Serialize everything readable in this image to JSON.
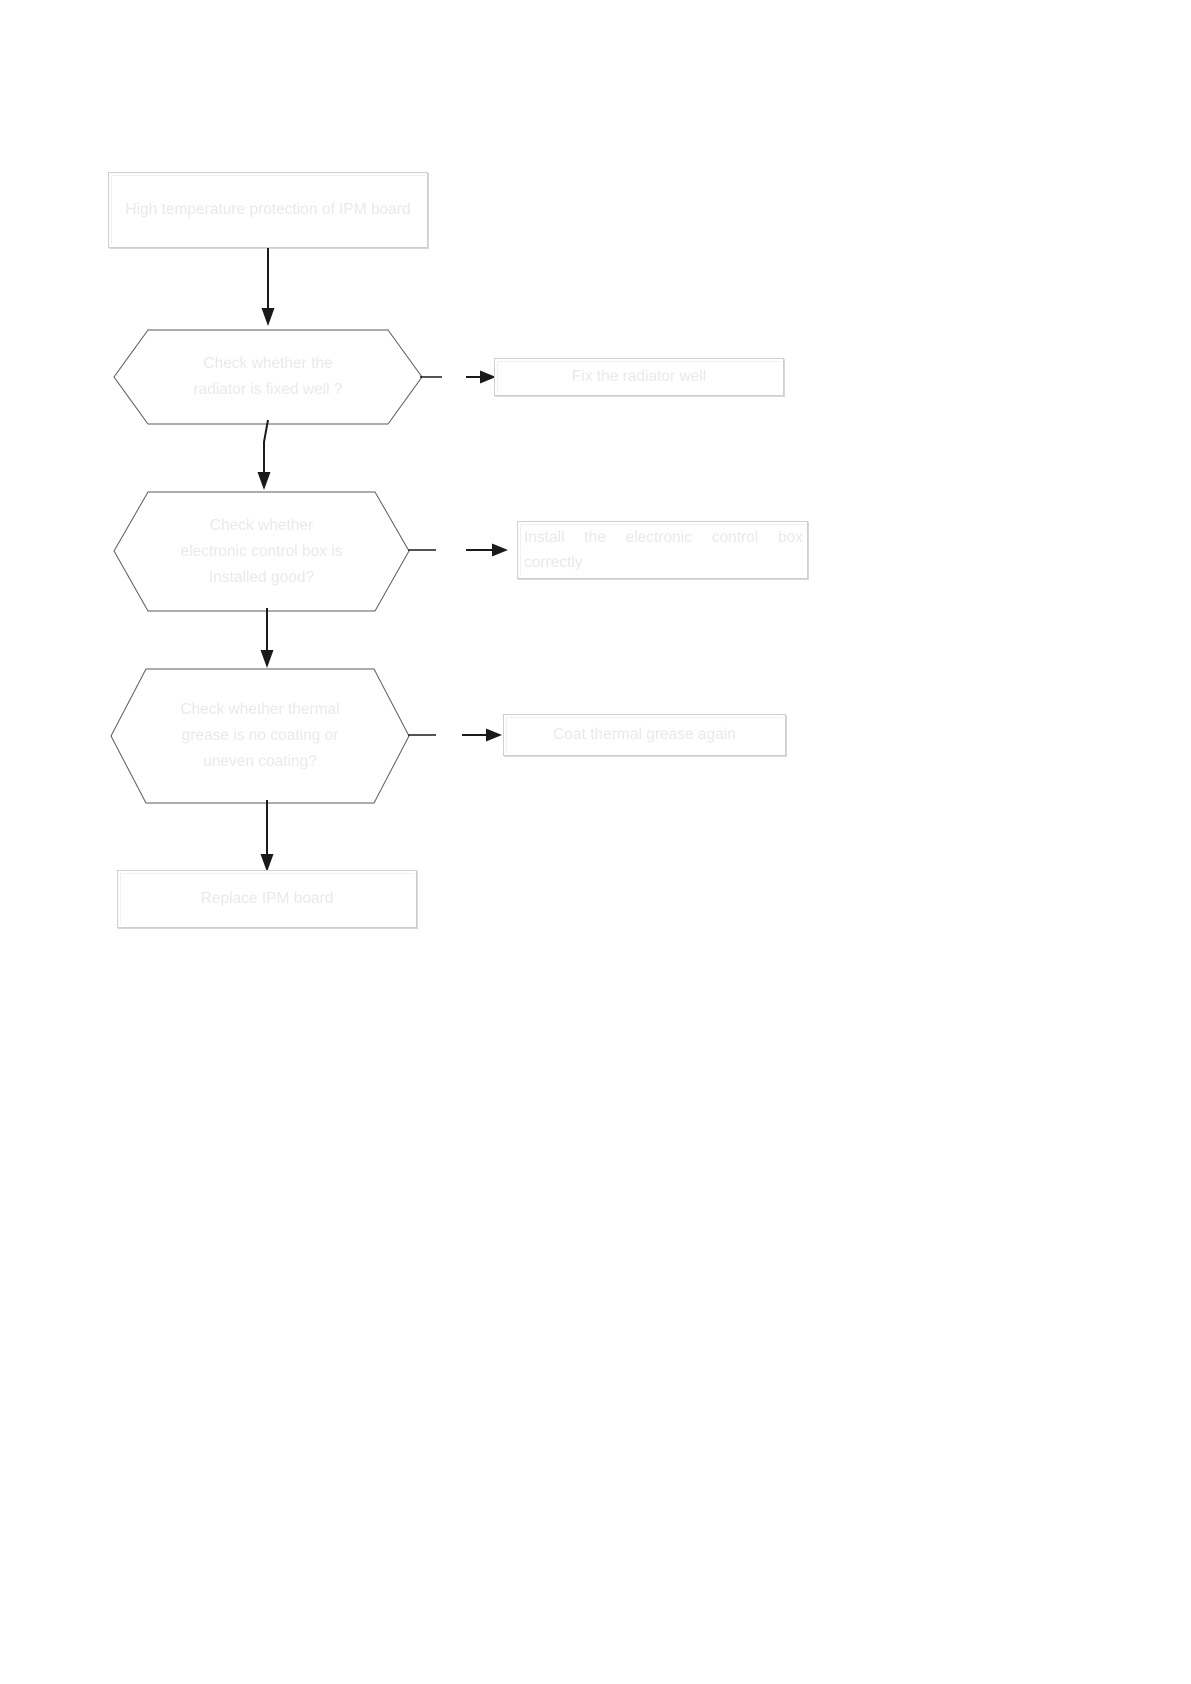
{
  "document": {
    "type": "troubleshooting-flowchart",
    "page_background": "#ffffff",
    "text_color": "#e9e9e9",
    "shape_border_color": "#cfcfcf",
    "hexagon_border_color": "#5a5a5a",
    "connector_color": "#1a1a1a"
  },
  "flow": {
    "start": {
      "id": "start",
      "shape": "rectangle",
      "label": "High temperature protection of IPM board"
    },
    "decisions": [
      {
        "id": "decision-radiator",
        "shape": "hexagon",
        "label": "Check whether the radiator is fixed well ?",
        "branch": {
          "id": "action-fix-radiator",
          "shape": "rectangle",
          "label": "Fix the radiator well"
        }
      },
      {
        "id": "decision-control-box",
        "shape": "hexagon",
        "label": "Check whether  electronic control box is Installed good?",
        "branch": {
          "id": "action-install-control-box",
          "shape": "rectangle",
          "label": "Install  the  electronic control box correctly"
        }
      },
      {
        "id": "decision-thermal-grease",
        "shape": "hexagon",
        "label": "Check whether  thermal grease is no coating or uneven coating?",
        "branch": {
          "id": "action-coat-grease",
          "shape": "rectangle",
          "label": "Coat thermal grease again"
        }
      }
    ],
    "end": {
      "id": "end",
      "shape": "rectangle",
      "label": "Replace IPM board"
    }
  }
}
